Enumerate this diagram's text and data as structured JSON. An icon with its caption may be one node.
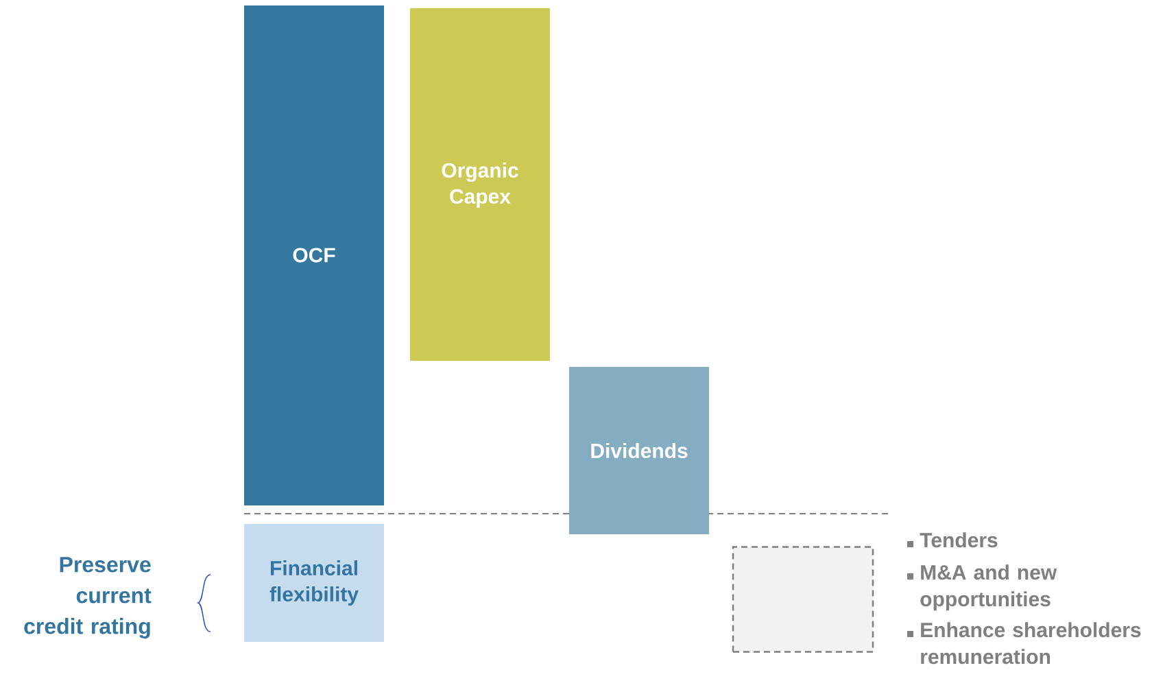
{
  "diagram": {
    "nodes": [
      {
        "text": [
          "OCF"
        ]
      },
      {
        "text": [
          "Organic Capex"
        ]
      },
      {
        "text": [
          "Dividends"
        ]
      },
      {
        "text": [
          "Financial flexibility"
        ]
      },
      {
        "text": [],
        "shape": "box"
      }
    ],
    "labels": [
      "Preserve current credit rating",
      "Tenders",
      "M&A and new opportunities",
      "Enhance shareholders remuneration"
    ]
  }
}
